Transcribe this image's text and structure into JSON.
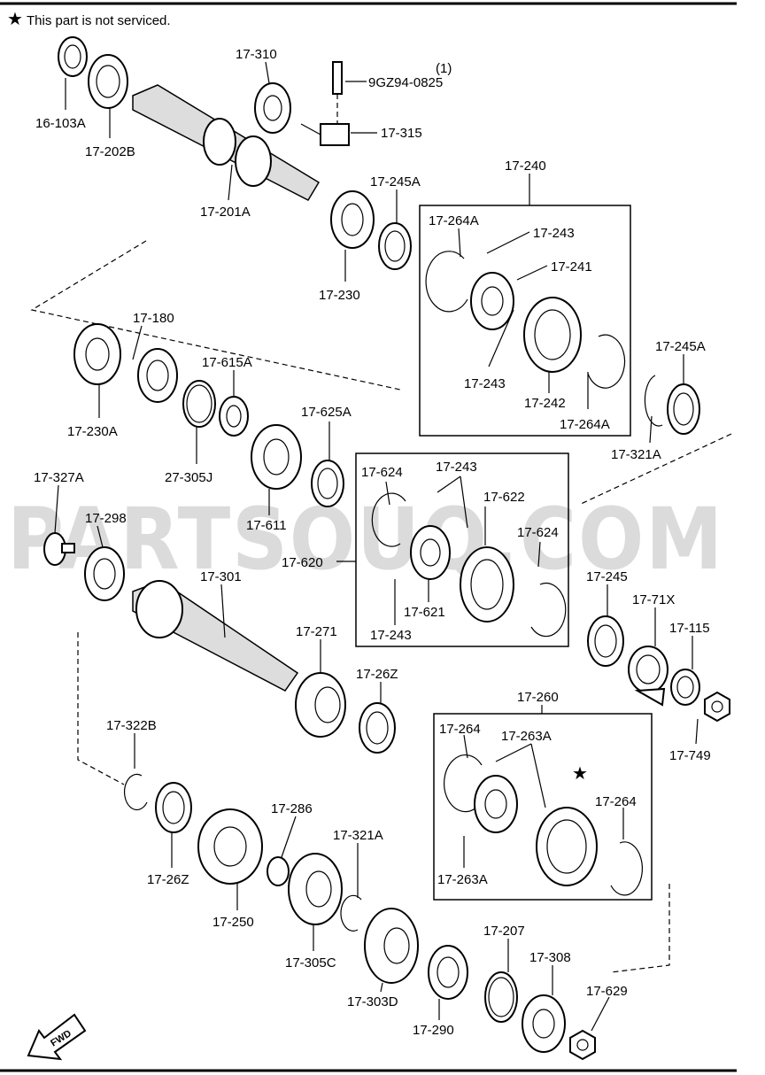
{
  "header": {
    "note_symbol": "★",
    "note_text": "This part is not serviced."
  },
  "watermark": "PARTSOUQ.COM",
  "fwd_label": "FWD",
  "labels": {
    "l_16_103a": "16-103A",
    "l_17_202b": "17-202B",
    "l_17_310": "17-310",
    "l_qty": "(1)",
    "l_9gz94": "9GZ94-0825",
    "l_17_315": "17-315",
    "l_17_201a": "17-201A",
    "l_17_245a_top": "17-245A",
    "l_17_240": "17-240",
    "l_17_230": "17-230",
    "l_17_264a_1": "17-264A",
    "l_17_243_1": "17-243",
    "l_17_241": "17-241",
    "l_17_243_2": "17-243",
    "l_17_242": "17-242",
    "l_17_264a_2": "17-264A",
    "l_17_245a_right": "17-245A",
    "l_17_321a_right": "17-321A",
    "l_17_180": "17-180",
    "l_17_615a": "17-615A",
    "l_17_230a": "17-230A",
    "l_27_305j": "27-305J",
    "l_17_625a": "17-625A",
    "l_17_611": "17-611",
    "l_17_327a": "17-327A",
    "l_17_298": "17-298",
    "l_17_624_1": "17-624",
    "l_17_243_3": "17-243",
    "l_17_622": "17-622",
    "l_17_624_2": "17-624",
    "l_17_620": "17-620",
    "l_17_621": "17-621",
    "l_17_243_4": "17-243",
    "l_17_301": "17-301",
    "l_17_271": "17-271",
    "l_17_26z_1": "17-26Z",
    "l_17_245": "17-245",
    "l_17_71x": "17-71X",
    "l_17_115": "17-115",
    "l_17_749": "17-749",
    "l_17_260": "17-260",
    "l_17_264_1": "17-264",
    "l_17_263a_1": "17-263A",
    "l_17_264_2": "17-264",
    "l_17_263a_2": "17-263A",
    "l_17_322b": "17-322B",
    "l_17_26z_2": "17-26Z",
    "l_17_286": "17-286",
    "l_17_250": "17-250",
    "l_17_321a_bottom": "17-321A",
    "l_17_305c": "17-305C",
    "l_17_303d": "17-303D",
    "l_17_207": "17-207",
    "l_17_290": "17-290",
    "l_17_308": "17-308",
    "l_17_629": "17-629"
  },
  "star_marker": "★"
}
